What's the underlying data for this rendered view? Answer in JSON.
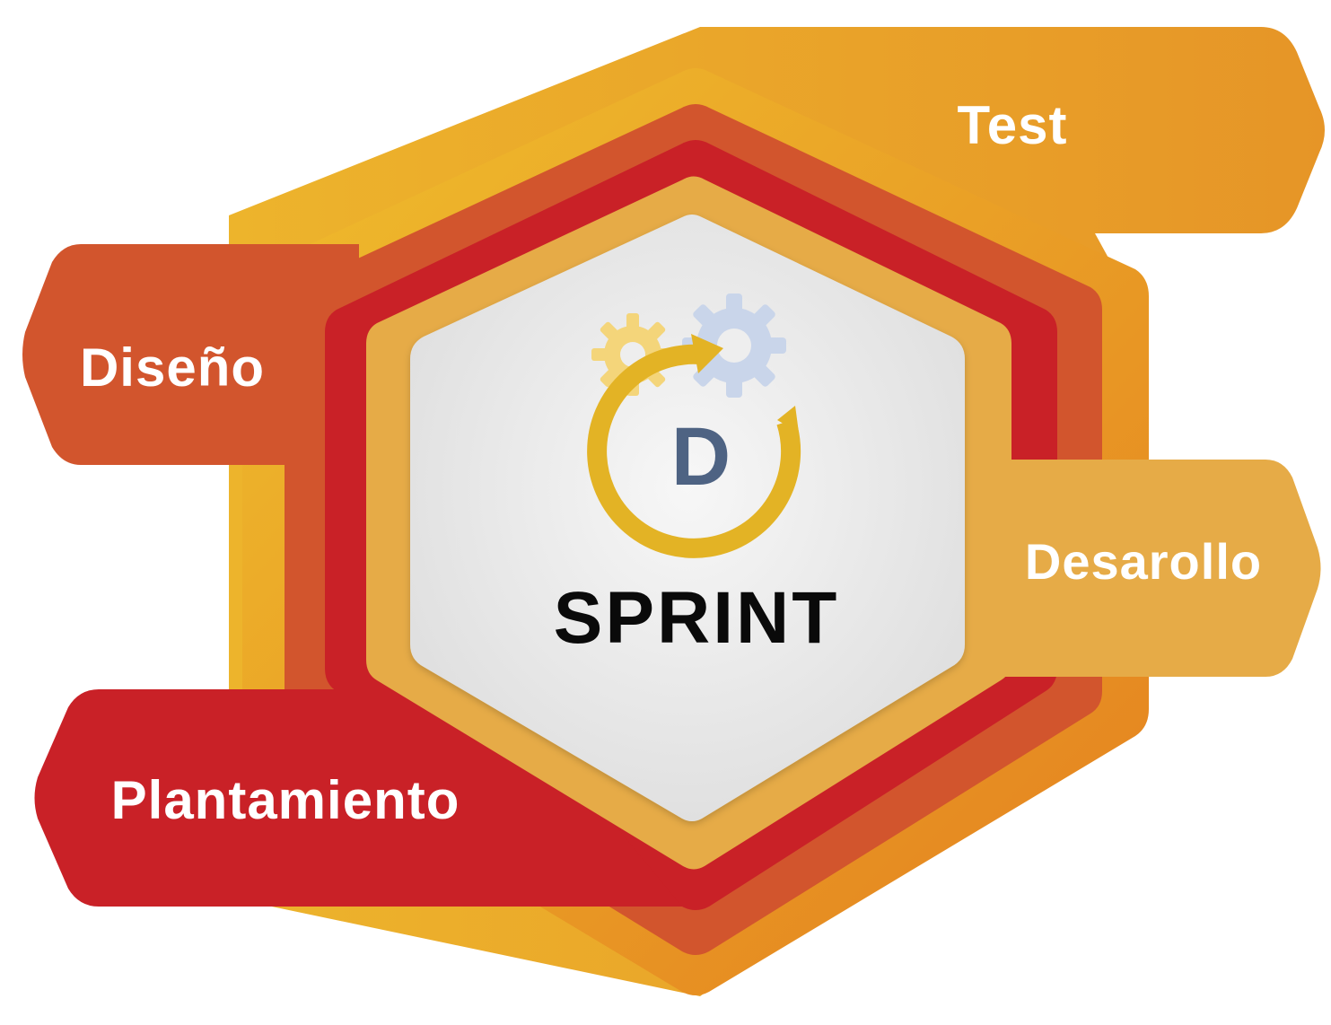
{
  "center": {
    "title": "SPRINT",
    "logo_letter": "D"
  },
  "stages": {
    "test": "Test",
    "diseno": "Diseño",
    "desarollo": "Desarollo",
    "plantamiento": "Plantamiento"
  },
  "colors": {
    "test_band": "#E8A12B",
    "diseno_band": "#D2552D",
    "plantamiento_band": "#C92127",
    "desarollo_band": "#E6AB47",
    "center_fill": "#EEEEEE",
    "logo_ring": "#E3B325",
    "logo_letter": "#4E6383",
    "gear_left": "#F4D57A",
    "gear_right": "#C9D5EA"
  },
  "icons": {
    "gear_left": "gear-icon",
    "gear_right": "gear-icon",
    "cycle_arrow": "cycle-arrow-icon"
  }
}
